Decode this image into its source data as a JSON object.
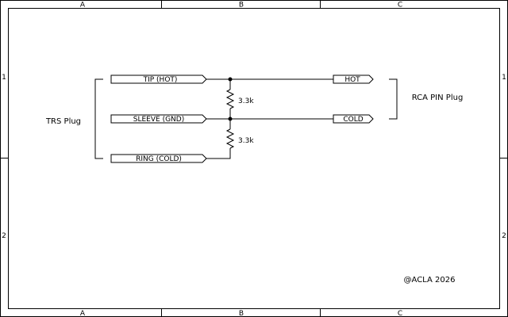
{
  "frame": {
    "columns": [
      "A",
      "B",
      "C"
    ],
    "rows": [
      "1",
      "2"
    ]
  },
  "connectors": {
    "trs": {
      "label": "TRS Plug"
    },
    "rca": {
      "label": "RCA PIN Plug"
    }
  },
  "nets": {
    "tip": "TIP (HOT)",
    "sleeve": "SLEEVE (GND)",
    "ring": "RING (COLD)",
    "hot": "HOT",
    "cold": "COLD"
  },
  "resistors": {
    "r1": "3.3k",
    "r2": "3.3k"
  },
  "copyright": "@ACLA 2026"
}
